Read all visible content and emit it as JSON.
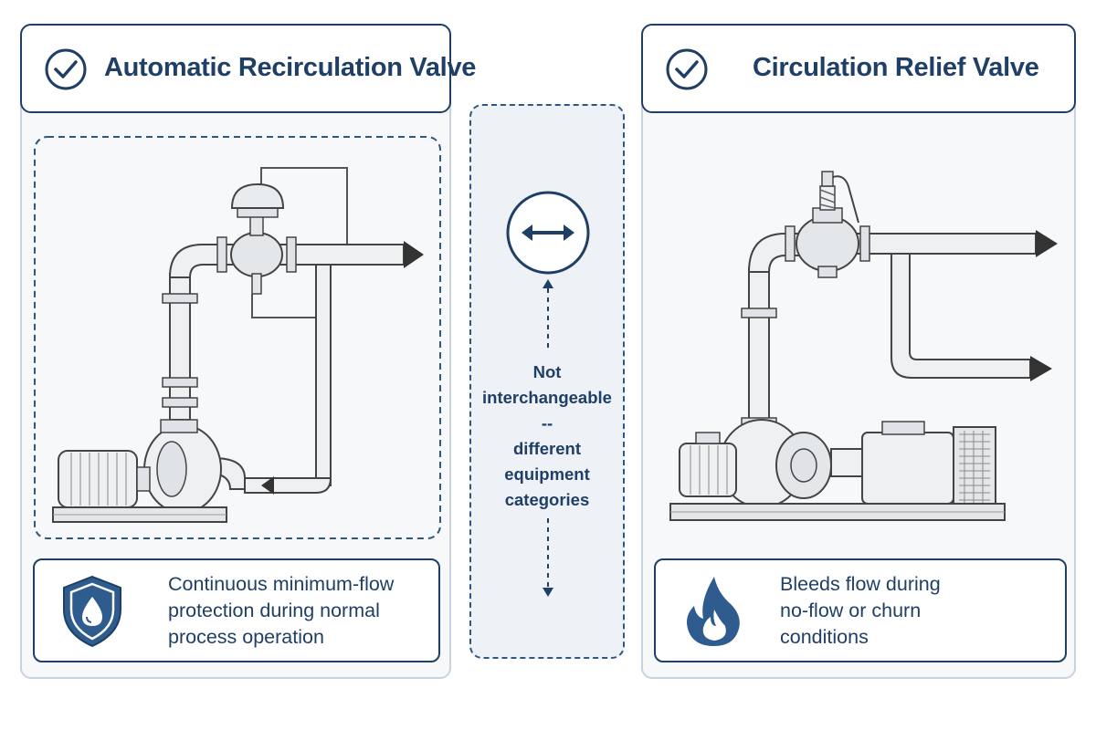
{
  "left_panel": {
    "title": "Automatic Recirculation Valve",
    "title_icon": "check-circle-icon",
    "info_icon": "shield-drop-icon",
    "info_lines": [
      "Continuous minimum-flow",
      "protection during normal",
      "process operation"
    ]
  },
  "right_panel": {
    "title": "Circulation Relief Valve",
    "title_icon": "check-circle-icon",
    "info_icon": "flame-icon",
    "info_lines": [
      "Bleeds flow during",
      "no-flow or churn",
      "conditions"
    ]
  },
  "center": {
    "icon": "double-arrow-icon",
    "lines": [
      "Not",
      "interchangeable",
      "--",
      "different",
      "equipment",
      "categories"
    ]
  },
  "colors": {
    "navy": "#1f3f66",
    "panel_border": "#c9d3de",
    "panel_bg": "#f6f8fa",
    "center_bg": "#eef2f6"
  }
}
